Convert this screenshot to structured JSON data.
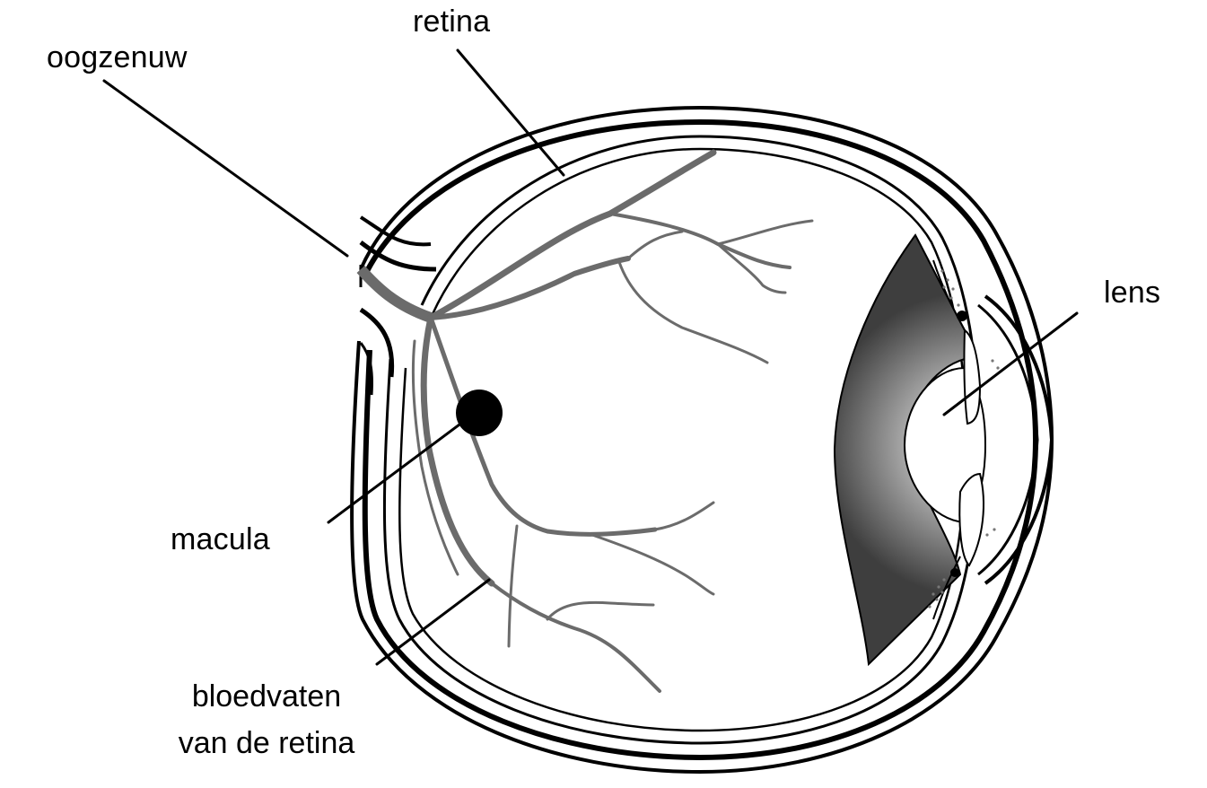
{
  "labels": {
    "optic_nerve": "oogzenuw",
    "retina": "retina",
    "lens": "lens",
    "macula": "macula",
    "vessels_line1": "bloedvaten",
    "vessels_line2": "van de retina"
  },
  "colors": {
    "background": "#ffffff",
    "outline": "#000000",
    "vessel": "#6b6b6b",
    "macula": "#000000",
    "lens_dark": "#4a4a4a",
    "lens_light": "#a0a0a0"
  }
}
